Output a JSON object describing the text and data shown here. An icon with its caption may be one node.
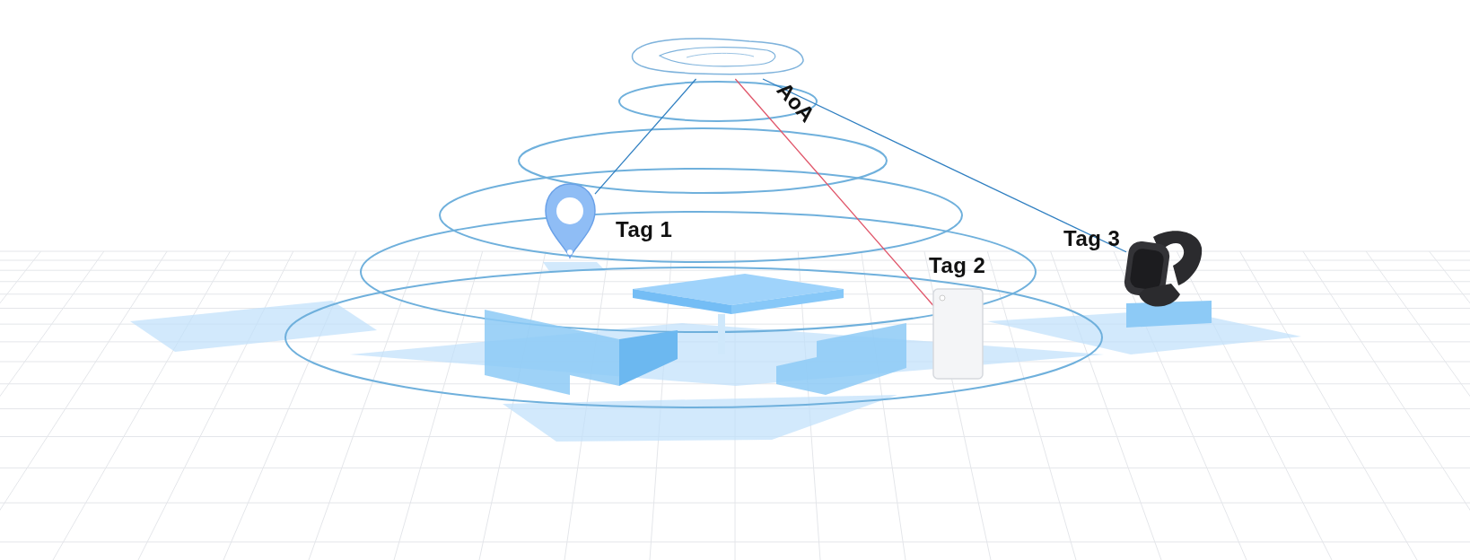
{
  "diagram": {
    "nodes": [
      {
        "text": [],
        "shape": "picture"
      },
      {
        "text": [],
        "shape": "picture",
        "beside": [
          "Tag 1"
        ]
      },
      {
        "text": [],
        "shape": "picture",
        "beside": [
          "Tag 2"
        ]
      },
      {
        "text": [],
        "shape": "picture",
        "beside": [
          "Tag 3"
        ]
      }
    ],
    "edges": [
      {
        "from": 0,
        "to": 1,
        "arrow": "none",
        "color": "#2f7fc1"
      },
      {
        "from": 0,
        "to": 2,
        "arrow": "none",
        "label": "AoA",
        "color": "#e0566a"
      },
      {
        "from": 0,
        "to": 3,
        "arrow": "none",
        "color": "#2f7fc1"
      }
    ]
  }
}
